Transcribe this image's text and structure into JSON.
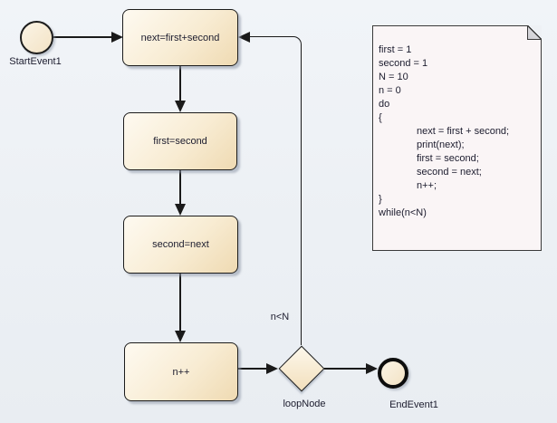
{
  "diagram": {
    "nodes": {
      "start_event": {
        "label": "StartEvent1"
      },
      "action_next": {
        "label": "next=first+second"
      },
      "action_first": {
        "label": "first=second"
      },
      "action_second": {
        "label": "second=next"
      },
      "action_increment": {
        "label": "n++"
      },
      "loop_node": {
        "label": "loopNode"
      },
      "end_event": {
        "label": "EndEvent1"
      }
    },
    "edges": {
      "loop_guard_label": "n<N"
    },
    "note": {
      "lines": [
        "first = 1",
        "second = 1",
        "N = 10",
        "n = 0",
        "do",
        "{",
        "next = first + second;",
        "print(next);",
        "first = second;",
        "second = next;",
        "n++;",
        "}",
        "while(n<N)"
      ]
    },
    "colors": {
      "canvas_background": "#eef1f5",
      "node_fill_light": "#fdf9ee",
      "node_fill_dark": "#efdab2",
      "node_border": "#1c1c1c",
      "note_fill": "#faf5f6",
      "connector": "#1a1a1a"
    }
  }
}
